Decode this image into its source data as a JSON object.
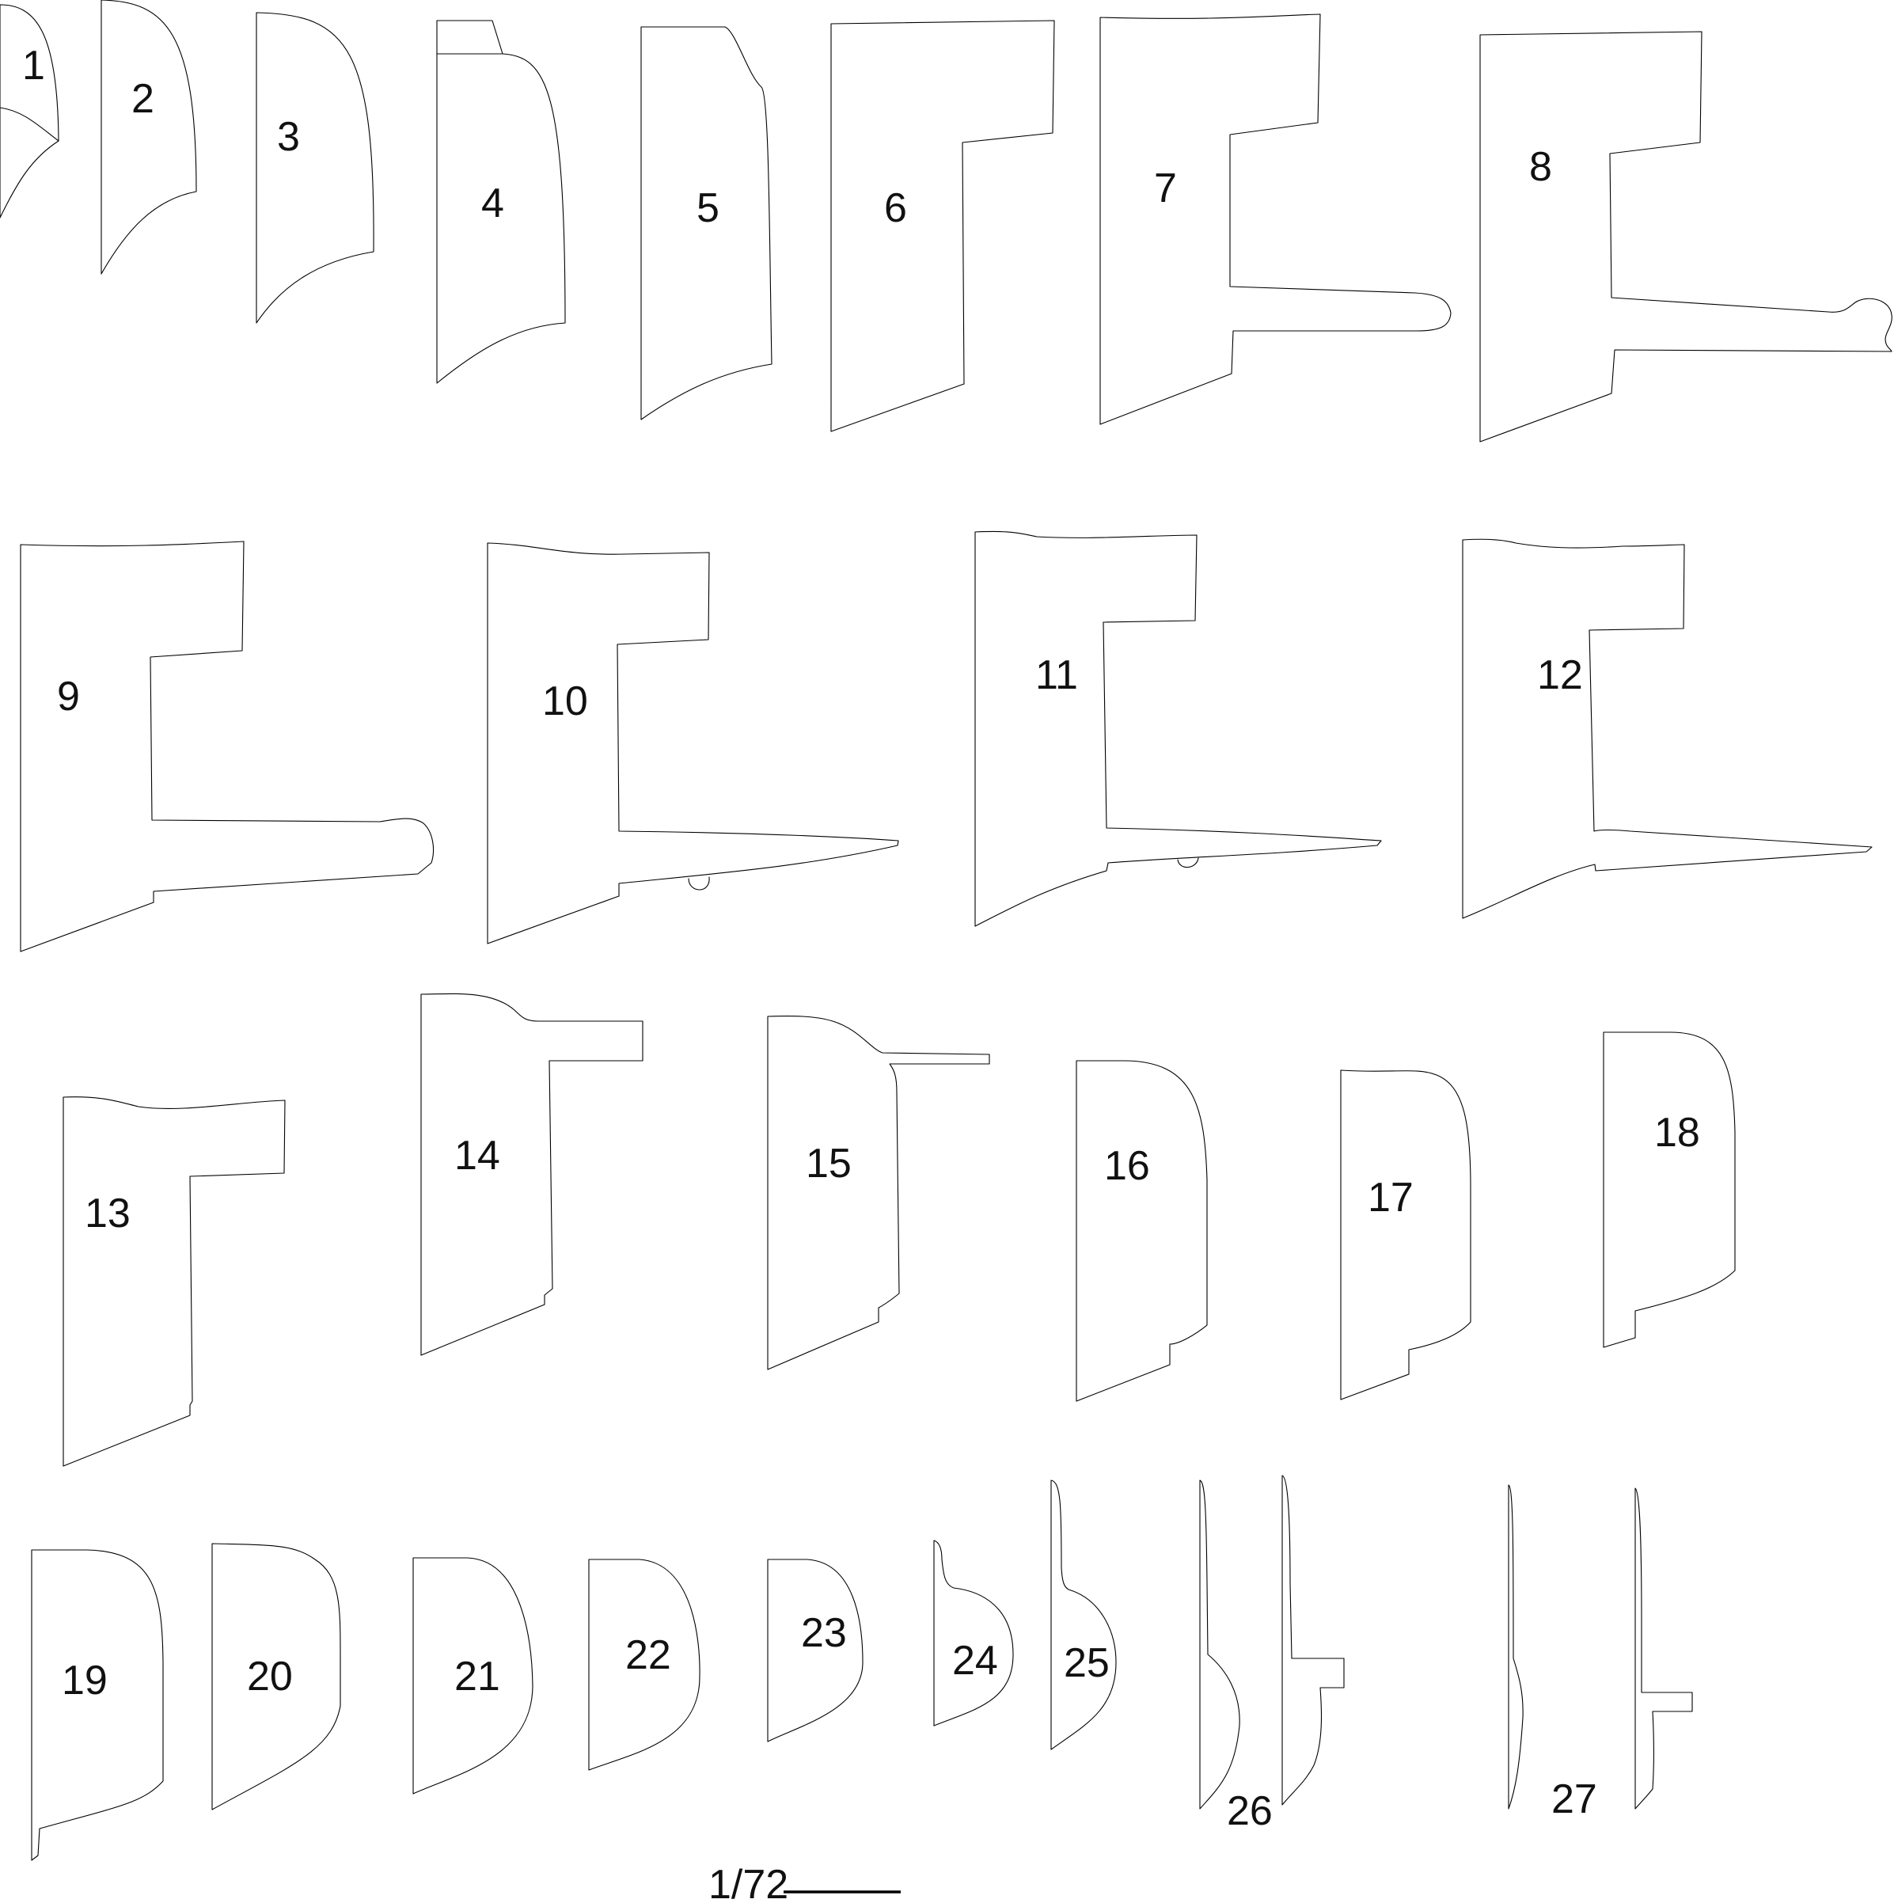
{
  "sections": [
    {
      "key": "s1",
      "label": "1"
    },
    {
      "key": "s2",
      "label": "2"
    },
    {
      "key": "s3",
      "label": "3"
    },
    {
      "key": "s4",
      "label": "4"
    },
    {
      "key": "s5",
      "label": "5"
    },
    {
      "key": "s6",
      "label": "6"
    },
    {
      "key": "s7",
      "label": "7"
    },
    {
      "key": "s8",
      "label": "8"
    },
    {
      "key": "s9",
      "label": "9"
    },
    {
      "key": "s10",
      "label": "10"
    },
    {
      "key": "s11",
      "label": "11"
    },
    {
      "key": "s12",
      "label": "12"
    },
    {
      "key": "s13",
      "label": "13"
    },
    {
      "key": "s14",
      "label": "14"
    },
    {
      "key": "s15",
      "label": "15"
    },
    {
      "key": "s16",
      "label": "16"
    },
    {
      "key": "s17",
      "label": "17"
    },
    {
      "key": "s18",
      "label": "18"
    },
    {
      "key": "s19",
      "label": "19"
    },
    {
      "key": "s20",
      "label": "20"
    },
    {
      "key": "s21",
      "label": "21"
    },
    {
      "key": "s22",
      "label": "22"
    },
    {
      "key": "s23",
      "label": "23"
    },
    {
      "key": "s24",
      "label": "24"
    },
    {
      "key": "s25",
      "label": "25"
    },
    {
      "key": "s26",
      "label": "26"
    },
    {
      "key": "s27",
      "label": "27"
    }
  ],
  "scale": {
    "label": "1/72"
  }
}
